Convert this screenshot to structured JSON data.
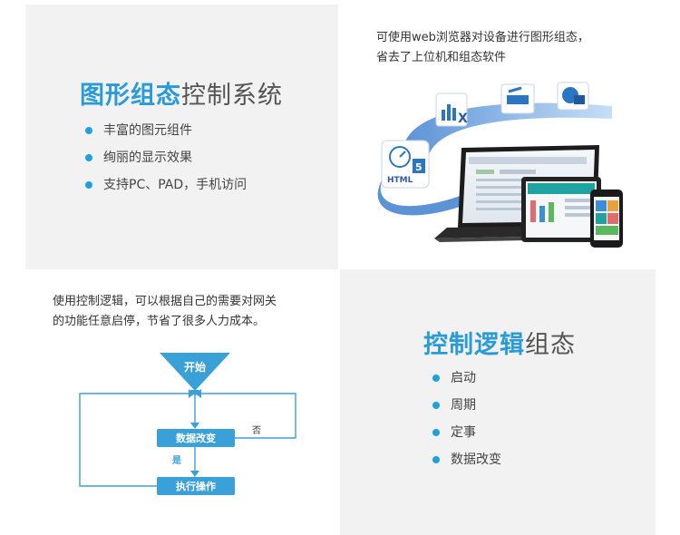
{
  "section1": {
    "title_highlight": "图形组态",
    "title_rest": "控制系统",
    "bullets": [
      "丰富的图元组件",
      "绚丽的显示效果",
      "支持PC、PAD，手机访问"
    ]
  },
  "section2": {
    "desc_line1": "可使用web浏览器对设备进行图形组态，",
    "desc_line2": "省去了上位机和组态软件",
    "html_badge": "HTML",
    "html_version": "5"
  },
  "section3": {
    "desc_line1": "使用控制逻辑，可以根据自己的需要对网关",
    "desc_line2": "的功能任意启停，节省了很多人力成本。",
    "flow": {
      "start": "开始",
      "step1": "数据改变",
      "step2": "执行操作",
      "yes": "是",
      "no": "否"
    }
  },
  "section4": {
    "title_highlight": "控制逻辑",
    "title_rest": "组态",
    "bullets": [
      "启动",
      "周期",
      "定事",
      "数据改变"
    ]
  },
  "colors": {
    "accent": "#2b9bd8",
    "flow_blue": "#3aa0d8",
    "panel_gray": "#f2f2f2"
  }
}
